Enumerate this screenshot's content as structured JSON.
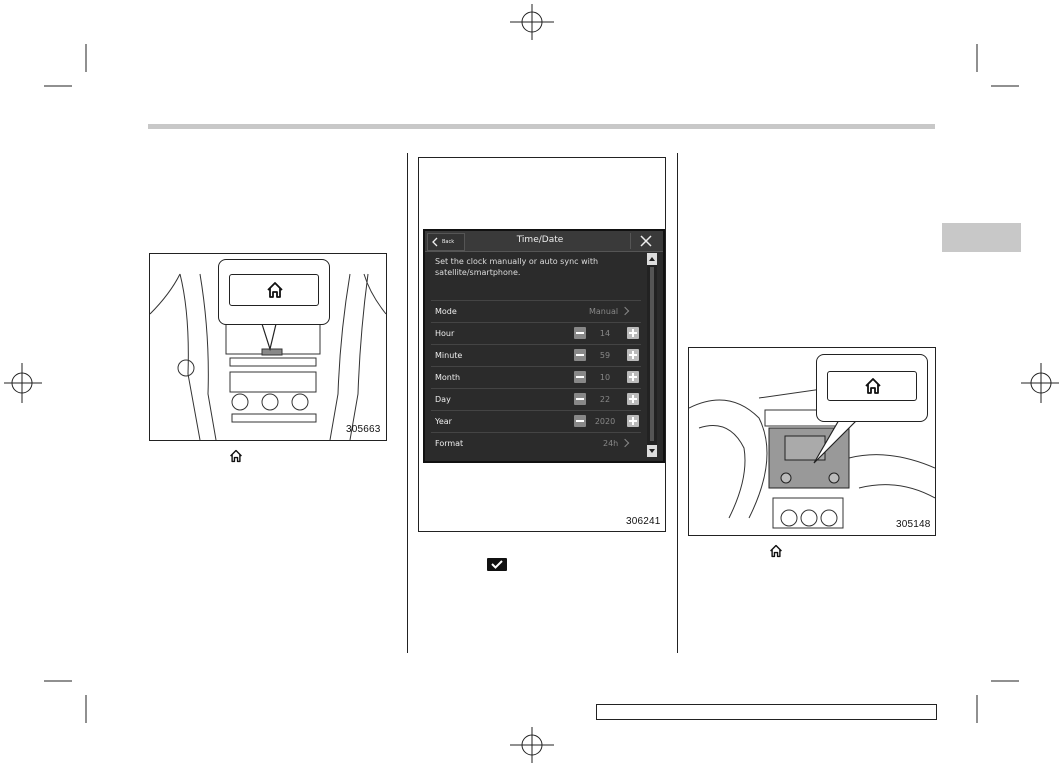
{
  "figures": {
    "left": {
      "number": "305663",
      "callout_icon": "home-icon"
    },
    "middle": {
      "number": "306241"
    },
    "right": {
      "number": "305148",
      "callout_icon": "home-icon"
    }
  },
  "screen": {
    "back_label": "Back",
    "title": "Time/Date",
    "description": "Set the clock manually or auto sync with satellite/smartphone.",
    "rows": [
      {
        "label": "Mode",
        "value": "Manual",
        "type": "chevron"
      },
      {
        "label": "Hour",
        "value": "14",
        "type": "stepper"
      },
      {
        "label": "Minute",
        "value": "59",
        "type": "stepper"
      },
      {
        "label": "Month",
        "value": "10",
        "type": "stepper"
      },
      {
        "label": "Day",
        "value": "22",
        "type": "stepper"
      },
      {
        "label": "Year",
        "value": "2020",
        "type": "stepper"
      },
      {
        "label": "Format",
        "value": "24h",
        "type": "chevron"
      }
    ]
  },
  "inline_icons": [
    "home-icon",
    "checkmark-icon",
    "home-icon"
  ],
  "colors": {
    "band": "#c8c8c8",
    "screen_bg": "#2b2b2b"
  }
}
